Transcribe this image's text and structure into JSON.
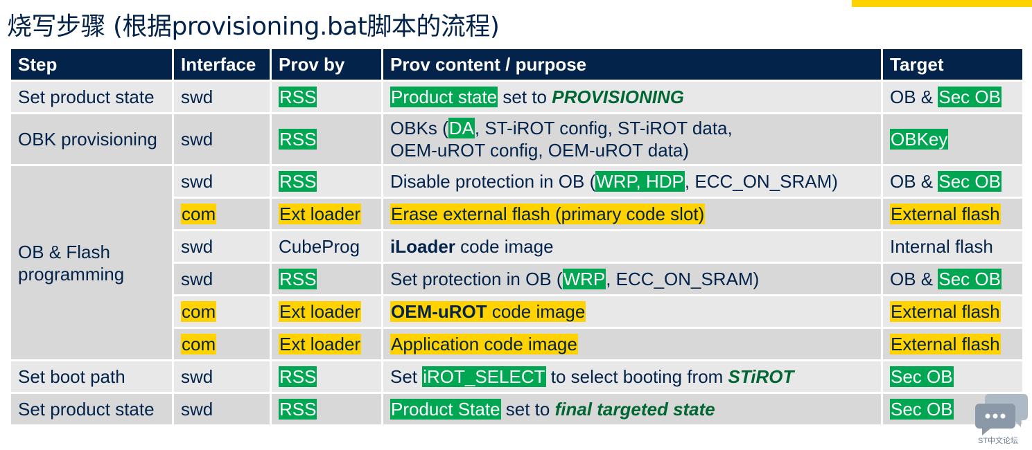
{
  "title": "烧写步骤 (根据provisioning.bat脚本的流程)",
  "columns": [
    "Step",
    "Interface",
    "Prov by",
    "Prov content / purpose",
    "Target"
  ],
  "rows": [
    {
      "step": "Set product state",
      "interface": "swd",
      "prov_by": "RSS",
      "content": {
        "p1": "Product state",
        "p2": " set to ",
        "p3": "PROVISIONING"
      },
      "target": {
        "a": "OB & ",
        "b": "Sec OB"
      }
    },
    {
      "step": "OBK provisioning",
      "interface": "swd",
      "prov_by": "RSS",
      "content": {
        "p1": "OBKs (",
        "p2": "DA",
        "p3": ", ST-iROT config, ST-iROT data,",
        "p4": "OEM-uROT config, OEM-uROT data)"
      },
      "target": {
        "a": "OBKey"
      }
    },
    {
      "step": "OB & Flash programming",
      "interface": "swd",
      "prov_by": "RSS",
      "content": {
        "p1": "Disable protection in OB (",
        "p2": "WRP, HDP",
        "p3": ", ECC_ON_SRAM)"
      },
      "target": {
        "a": "OB & ",
        "b": "Sec OB"
      }
    },
    {
      "interface": "com",
      "prov_by": "Ext loader",
      "content": {
        "p1": "Erase external flash (primary code slot)"
      },
      "target": {
        "a": "External flash"
      }
    },
    {
      "interface": "swd",
      "prov_by": "CubeProg",
      "content": {
        "p1": "iLoader",
        "p2": " code image"
      },
      "target": {
        "a": "Internal flash"
      }
    },
    {
      "interface": "swd",
      "prov_by": "RSS",
      "content": {
        "p1": "Set protection in OB (",
        "p2": "WRP",
        "p3": ", ECC_ON_SRAM)"
      },
      "target": {
        "a": "OB & ",
        "b": "Sec OB"
      }
    },
    {
      "interface": "com",
      "prov_by": "Ext loader",
      "content": {
        "p1": "OEM-uROT",
        "p2": " code image"
      },
      "target": {
        "a": "External flash"
      }
    },
    {
      "interface": "com",
      "prov_by": "Ext loader",
      "content": {
        "p1": "Application code image"
      },
      "target": {
        "a": "External flash"
      }
    },
    {
      "step": "Set boot path",
      "interface": "swd",
      "prov_by": "RSS",
      "content": {
        "p1": "Set ",
        "p2": "iROT_SELECT",
        "p3": " to select booting from ",
        "p4": "STiROT"
      },
      "target": {
        "a": "Sec OB"
      }
    },
    {
      "step": "Set product state",
      "interface": "swd",
      "prov_by": "RSS",
      "content": {
        "p1": "Product State",
        "p2": " set to ",
        "p3": "final targeted state"
      },
      "target": {
        "a": "Sec OB"
      }
    }
  ],
  "watermark": "ST中文论坛"
}
